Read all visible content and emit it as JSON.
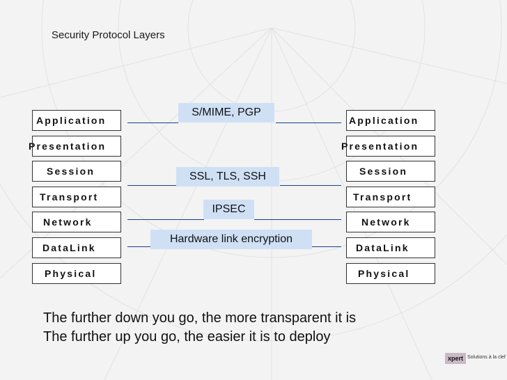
{
  "title": "Security Protocol Layers",
  "left_layers": [
    "Application",
    "Presentation",
    "Session",
    "Transport",
    "Network",
    "DataLink",
    "Physical"
  ],
  "right_layers": [
    "Application",
    "Presentation",
    "Session",
    "Transport",
    "Network",
    "DataLink",
    "Physical"
  ],
  "protocols": [
    "S/MIME, PGP",
    "SSL, TLS, SSH",
    "IPSEC",
    "Hardware link encryption"
  ],
  "footer": {
    "line1": "The further down you go, the more transparent it is",
    "line2": "The further up you go, the easier it is to deploy"
  },
  "logo": {
    "brand": "xpert",
    "tagline": "Solutions à la clef"
  }
}
